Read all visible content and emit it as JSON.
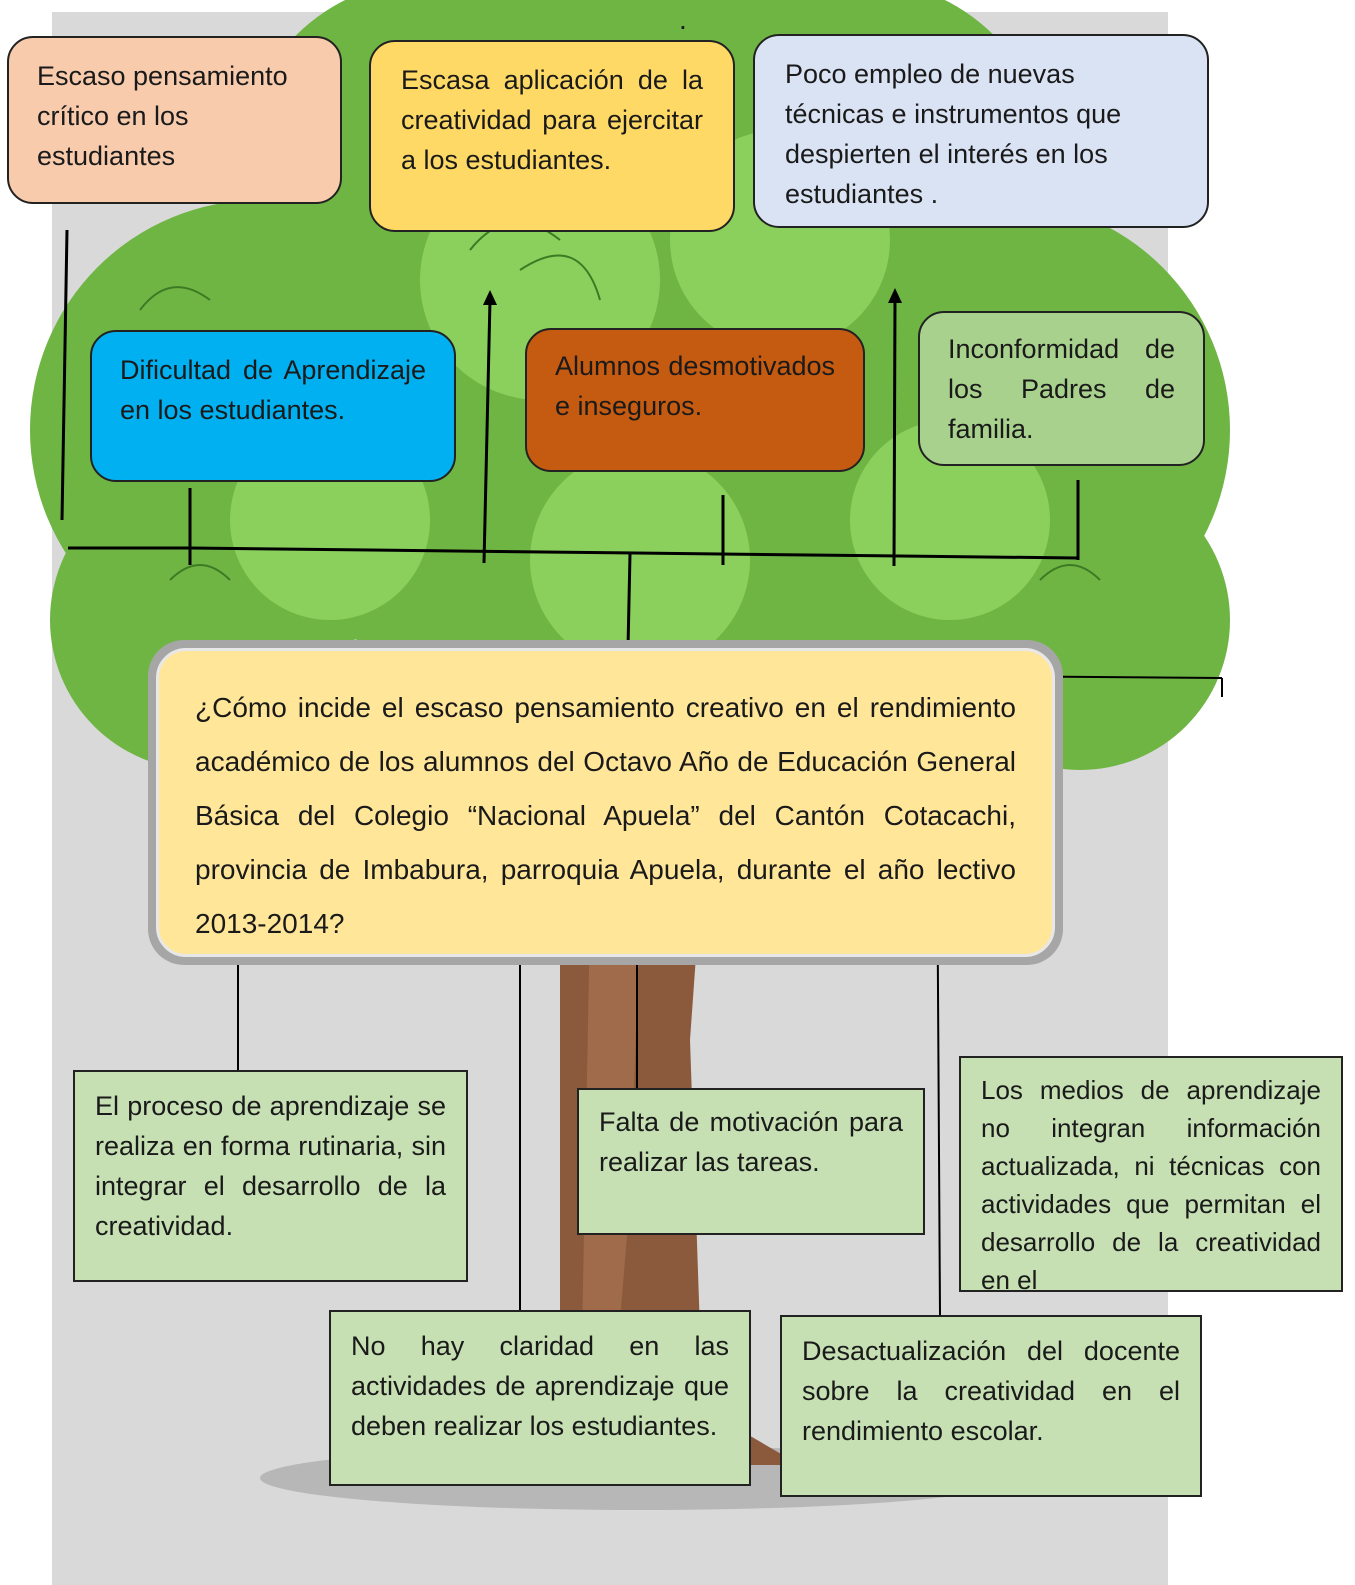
{
  "top_dot": ".",
  "effects": {
    "e1": "Escaso pensamiento crítico en los estudiantes",
    "e2": "Escasa aplicación de la creatividad para ejercitar a los estudiantes.",
    "e3": "Poco empleo de nuevas técnicas e instrumentos que despierten el interés en los estudiantes .",
    "e4": "Dificultad de Aprendizaje en los estudiantes.",
    "e5": "Alumnos desmotivados e inseguros.",
    "e6": "Inconformidad de los Padres de familia."
  },
  "problem": "¿Cómo incide el escaso pensamiento creativo en el rendimiento académico de los alumnos del Octavo Año de Educación General Básica del Colegio “Nacional Apuela” del Cantón Cotacachi, provincia de Imbabura, parroquia Apuela, durante el año lectivo 2013-2014?",
  "causes": {
    "c1": "El proceso de aprendizaje se realiza en forma rutinaria, sin integrar el desarrollo de la creatividad.",
    "c2": "Falta de motivación para realizar las tareas.",
    "c3": "Los medios de aprendizaje no integran información actualizada, ni técnicas con actividades que permitan el desarrollo de la creatividad en el",
    "c4": "No hay claridad en las actividades de aprendizaje que deben realizar los estudiantes.",
    "c5": "Desactualización del docente sobre la creatividad en el rendimiento escolar."
  },
  "colors": {
    "effect_salmon": "#f8cbad",
    "effect_yellow": "#ffd966",
    "effect_lavender": "#dae3f3",
    "effect_blue": "#00b0f0",
    "effect_orange": "#c55a11",
    "effect_green": "#a9d18e",
    "problem_fill": "#ffe699",
    "cause_fill": "#c6e0b4",
    "foliage": "#6fb544",
    "trunk": "#8b5a3c"
  }
}
